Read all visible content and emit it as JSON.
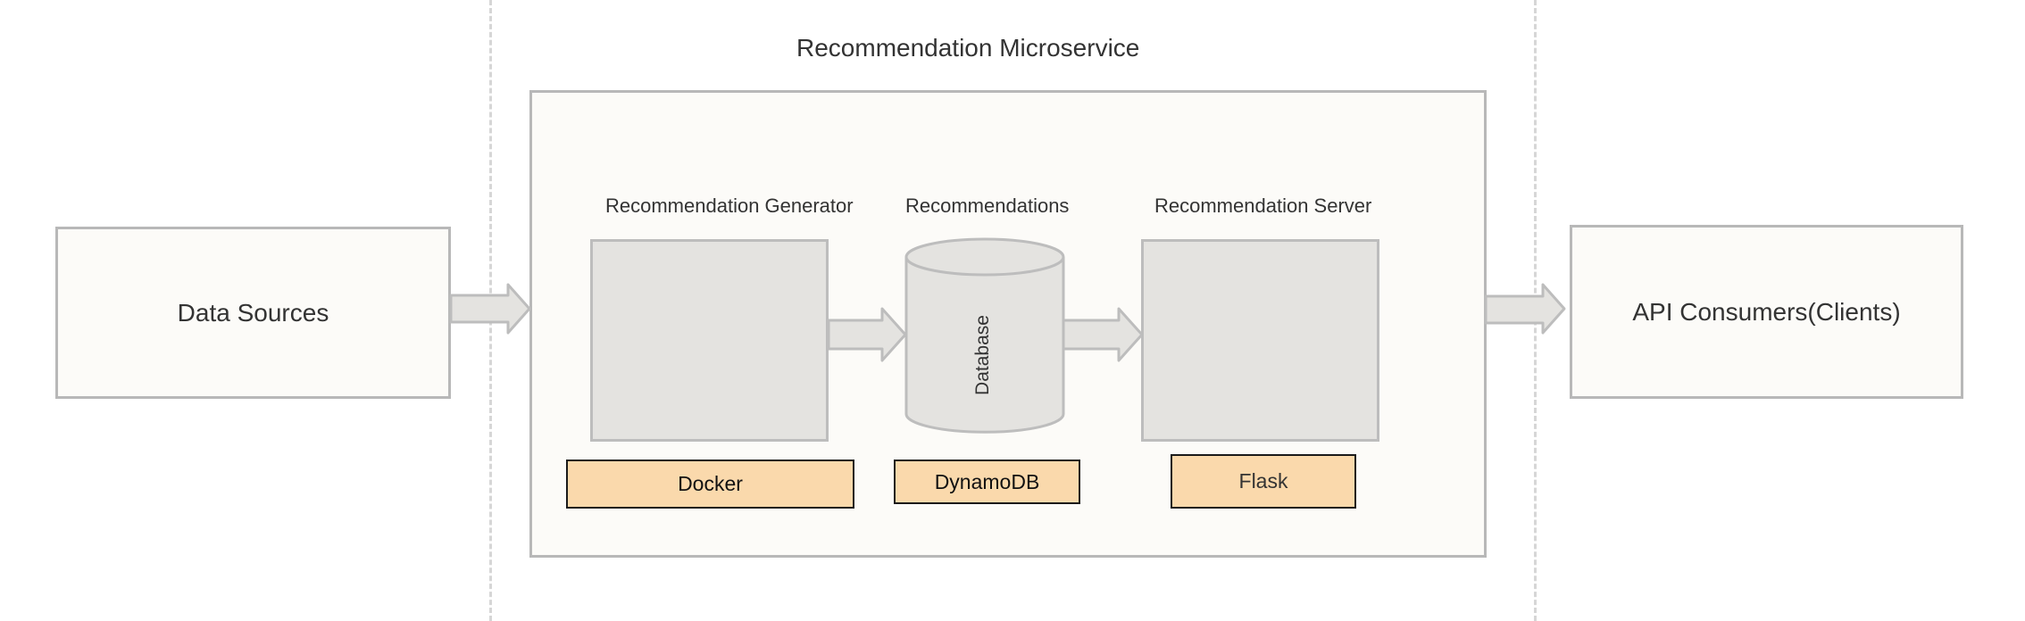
{
  "diagram": {
    "title": "Recommendation Microservice",
    "nodes": {
      "data_sources": {
        "label": "Data Sources"
      },
      "api_consumers": {
        "label": "API Consumers(Clients)"
      },
      "generator": {
        "title": "Recommendation Generator",
        "tech": "Docker"
      },
      "recommendations": {
        "title": "Recommendations",
        "db_label": "Database",
        "tech": "DynamoDB"
      },
      "server": {
        "title": "Recommendation Server",
        "tech": "Flask"
      }
    },
    "edges": [
      {
        "from": "data_sources",
        "to": "microservice"
      },
      {
        "from": "generator",
        "to": "recommendations"
      },
      {
        "from": "recommendations",
        "to": "server"
      },
      {
        "from": "microservice",
        "to": "api_consumers"
      }
    ],
    "colors": {
      "container_fill": "#fcfbf8",
      "container_border": "#b8b8b8",
      "component_fill": "#e4e3e0",
      "tech_tag_fill": "#fad9ac",
      "arrow_fill": "#e4e3e0",
      "dashed_divider": "#d6d6d6"
    }
  }
}
